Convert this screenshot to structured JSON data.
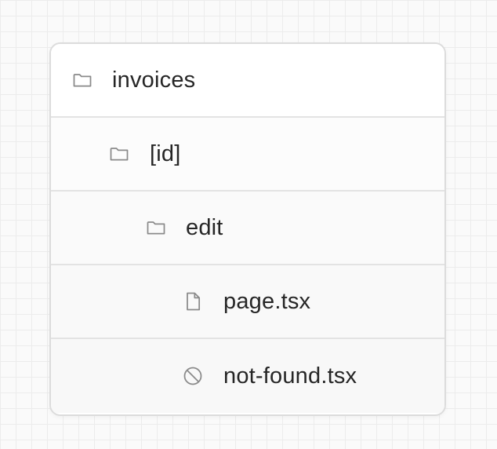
{
  "tree": {
    "items": [
      {
        "label": "invoices",
        "icon": "folder-icon",
        "depth": 0
      },
      {
        "label": "[id]",
        "icon": "folder-icon",
        "depth": 1
      },
      {
        "label": "edit",
        "icon": "folder-icon",
        "depth": 2
      },
      {
        "label": "page.tsx",
        "icon": "file-icon",
        "depth": 3
      },
      {
        "label": "not-found.tsx",
        "icon": "not-allowed-icon",
        "depth": 3
      }
    ]
  },
  "colors": {
    "text": "#262626",
    "icon": "#8a8a8a",
    "border": "#dcdcdc",
    "divider": "#e3e3e3"
  }
}
